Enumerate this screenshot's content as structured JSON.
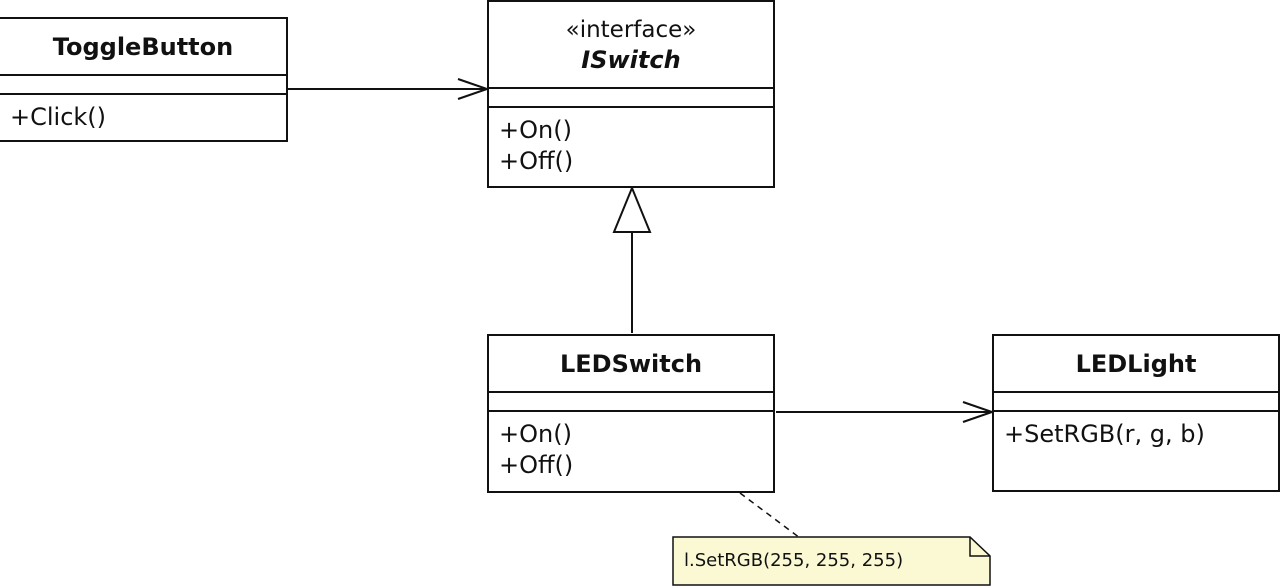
{
  "classes": {
    "toggle_button": {
      "name": "ToggleButton",
      "operations": [
        "+Click()"
      ]
    },
    "iswitch": {
      "stereotype": "«interface»",
      "name": "ISwitch",
      "operations": [
        "+On()",
        "+Off()"
      ]
    },
    "led_switch": {
      "name": "LEDSwitch",
      "operations": [
        "+On()",
        "+Off()"
      ]
    },
    "led_light": {
      "name": "LEDLight",
      "operations": [
        "+SetRGB(r, g, b)"
      ]
    }
  },
  "note": {
    "text": "l.SetRGB(255, 255, 255)"
  },
  "colors": {
    "line": "#111111",
    "note_fill": "#fbf9d4",
    "background": "#ffffff"
  }
}
